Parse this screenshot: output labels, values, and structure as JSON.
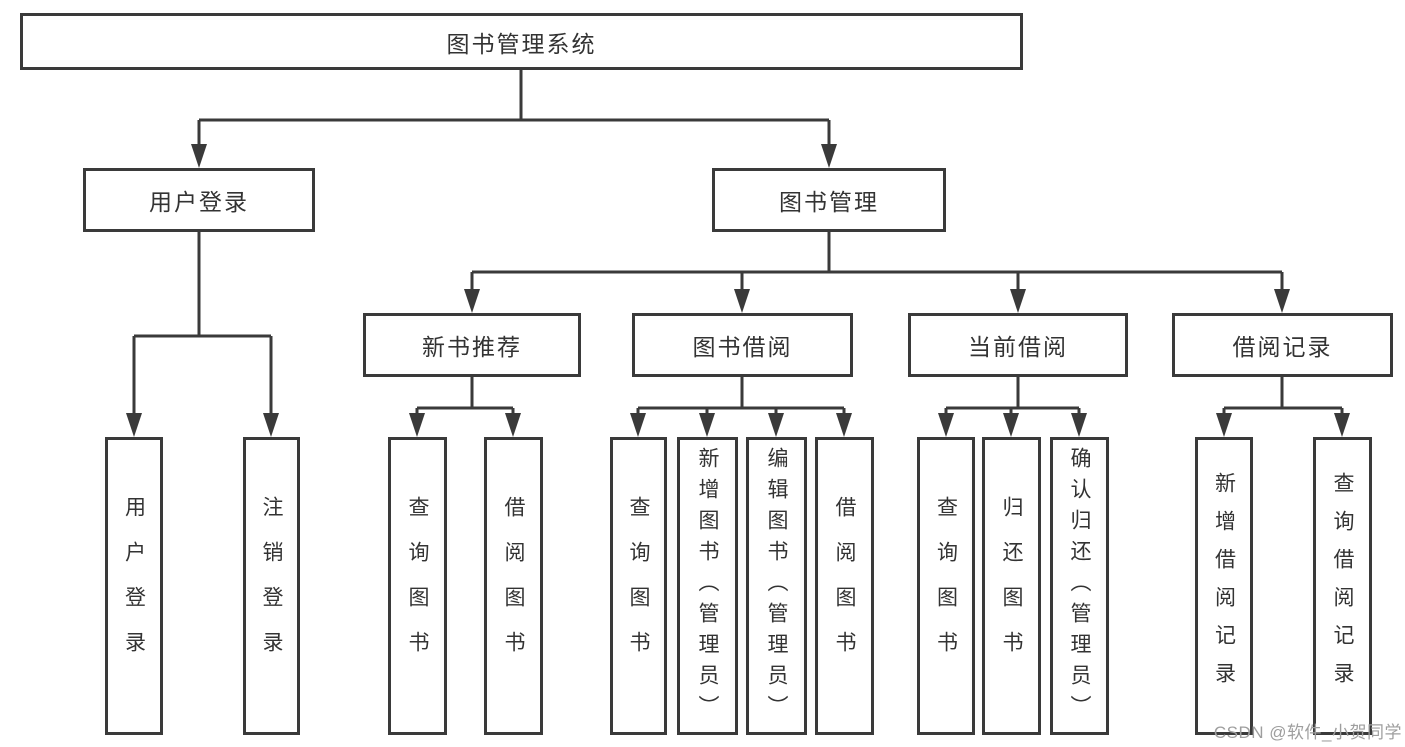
{
  "diagram": {
    "title": "图书管理系统",
    "tree": {
      "label": "图书管理系统",
      "children": [
        {
          "label": "用户登录",
          "children": [
            {
              "label": "用户登录"
            },
            {
              "label": "注销登录"
            }
          ]
        },
        {
          "label": "图书管理",
          "children": [
            {
              "label": "新书推荐",
              "children": [
                {
                  "label": "查询图书"
                },
                {
                  "label": "借阅图书"
                }
              ]
            },
            {
              "label": "图书借阅",
              "children": [
                {
                  "label": "查询图书"
                },
                {
                  "label": "新增图书（管理员）"
                },
                {
                  "label": "编辑图书（管理员）"
                },
                {
                  "label": "借阅图书"
                }
              ]
            },
            {
              "label": "当前借阅",
              "children": [
                {
                  "label": "查询图书"
                },
                {
                  "label": "归还图书"
                },
                {
                  "label": "确认归还（管理员）"
                }
              ]
            },
            {
              "label": "借阅记录",
              "children": [
                {
                  "label": "新增借阅记录"
                },
                {
                  "label": "查询借阅记录"
                }
              ]
            }
          ]
        }
      ]
    },
    "colors": {
      "line": "#3a3a3a",
      "border": "#3a3a3a",
      "text": "#333333",
      "background": "#ffffff",
      "watermark": "#9e9e9e"
    }
  },
  "watermark": {
    "text": "CSDN @软件_小贺同学"
  }
}
